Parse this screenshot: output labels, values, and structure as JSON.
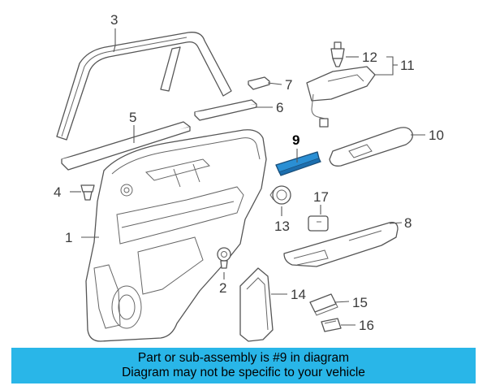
{
  "diagram": {
    "highlight_color": "#2a8fd4",
    "callouts": {
      "c1": "1",
      "c2": "2",
      "c3": "3",
      "c4": "4",
      "c5": "5",
      "c6": "6",
      "c7": "7",
      "c8": "8",
      "c9": "9",
      "c10": "10",
      "c11": "11",
      "c12": "12",
      "c13": "13",
      "c14": "14",
      "c15": "15",
      "c16": "16",
      "c17": "17"
    }
  },
  "banner": {
    "color": "#29b6e8",
    "line1": "Part or sub-assembly is #9 in diagram",
    "line2": "Diagram may not be specific to your vehicle"
  }
}
